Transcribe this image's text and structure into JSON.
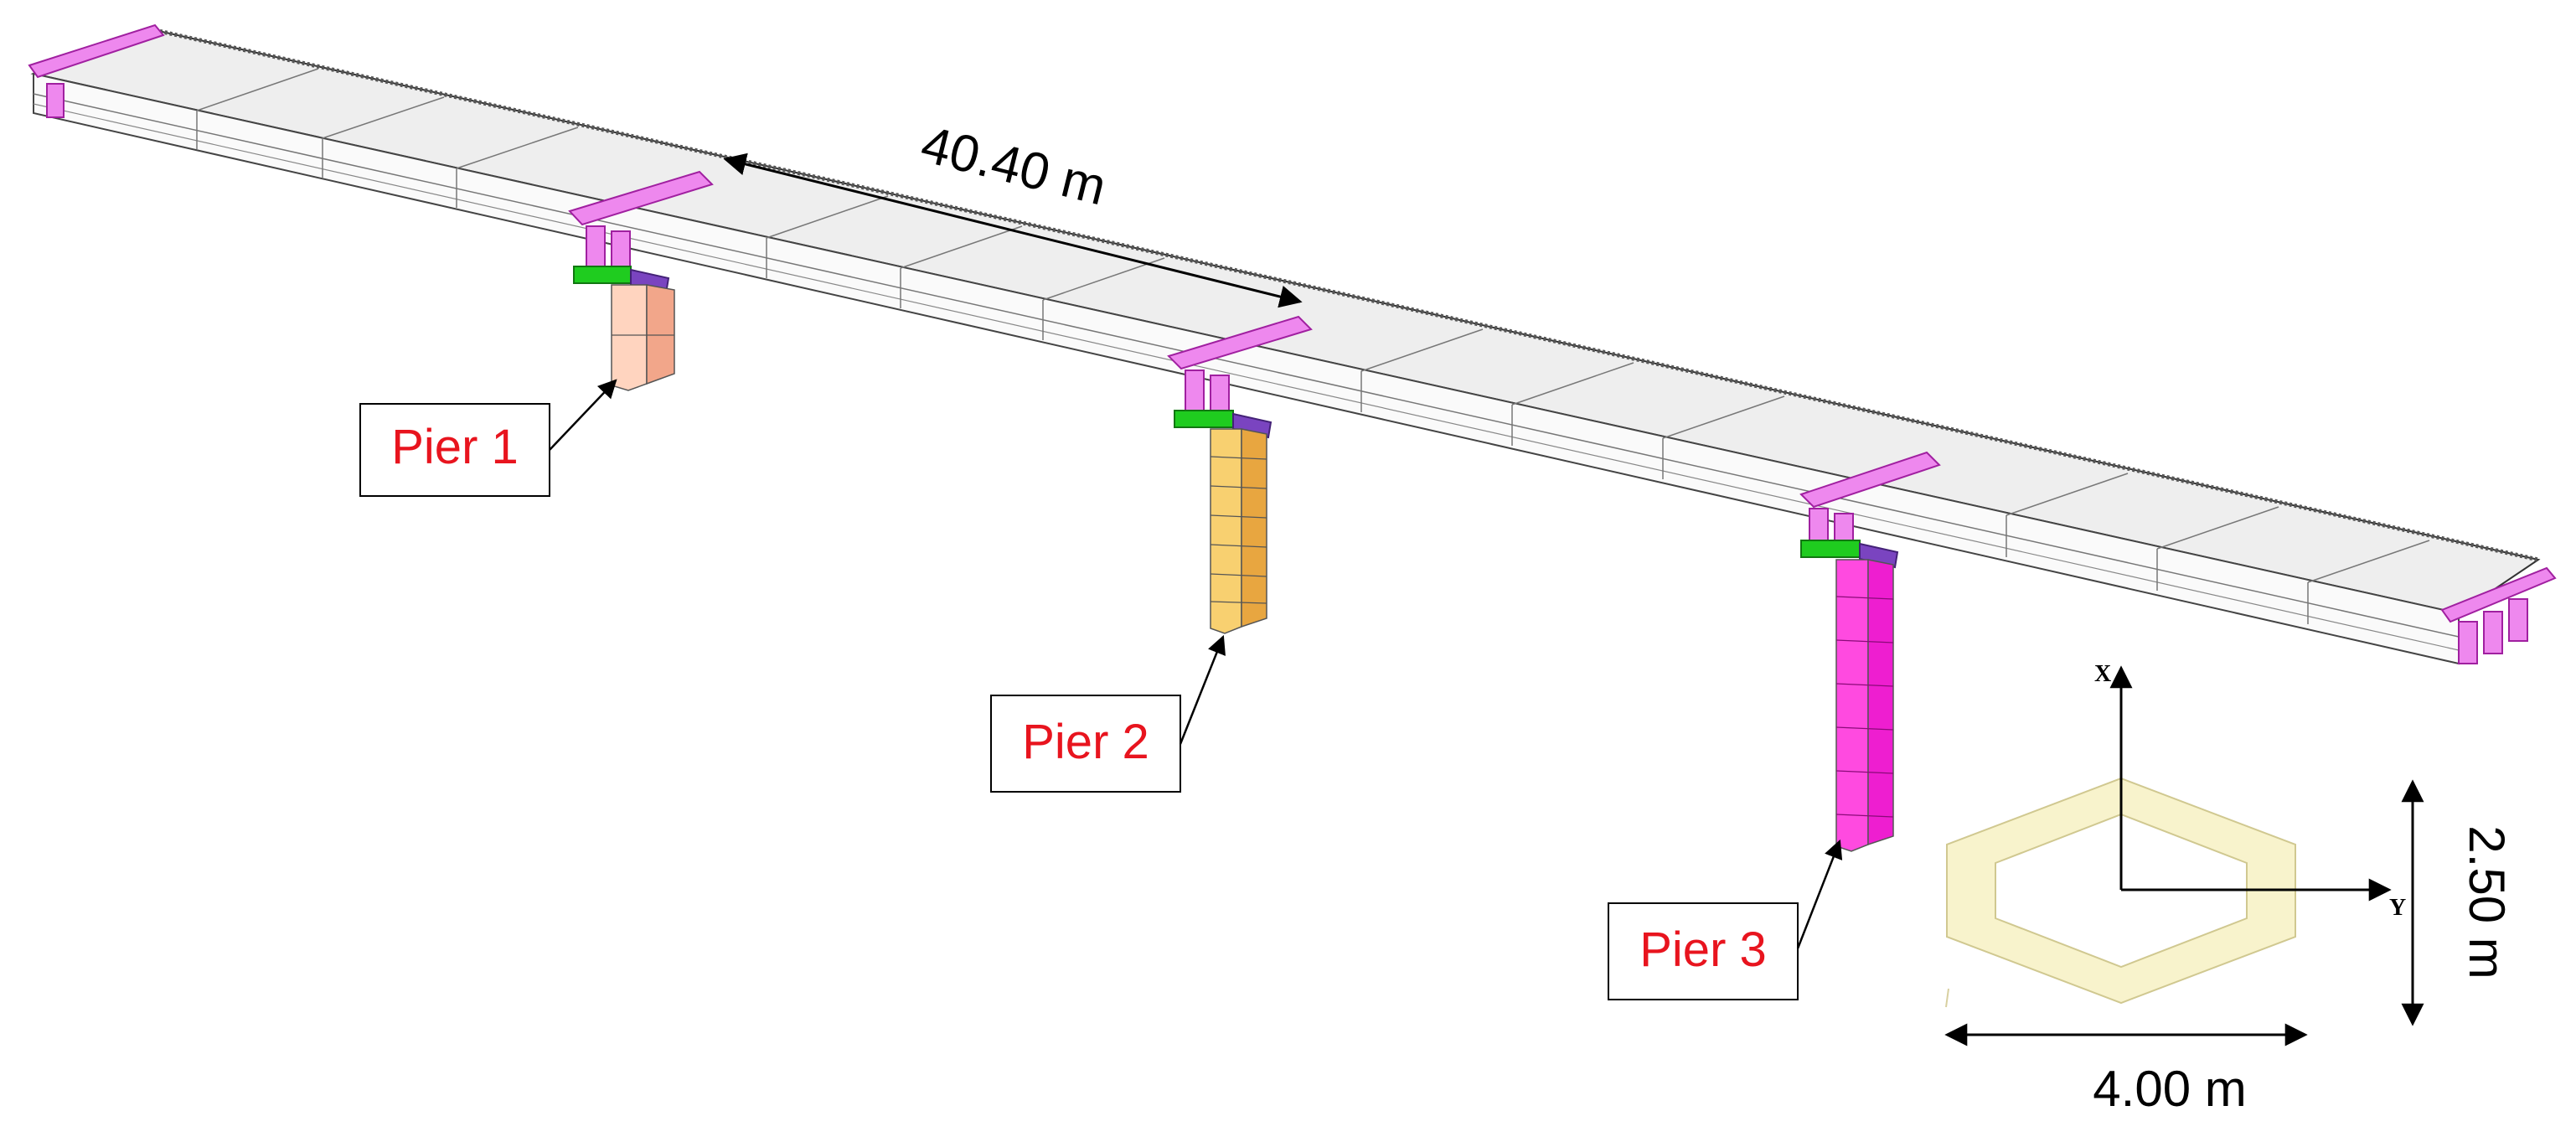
{
  "dimensions": {
    "span_label": "40.40 m",
    "section_width_label": "4.00 m",
    "section_height_label": "2.50 m"
  },
  "piers": [
    {
      "label": "Pier 1",
      "color": "#f2a68a"
    },
    {
      "label": "Pier 2",
      "color": "#e8a640"
    },
    {
      "label": "Pier 3",
      "color": "#ee1ed0"
    }
  ],
  "axes": {
    "x_label": "X",
    "y_label": "Y"
  },
  "colors": {
    "label_text": "#e8141e",
    "deck": "#eeeeee",
    "diaphragm": "#ee88ee",
    "bearing_green": "#1fcc1f",
    "bearing_purple": "#7a44c0",
    "hexagon": "#f8f3cc"
  }
}
